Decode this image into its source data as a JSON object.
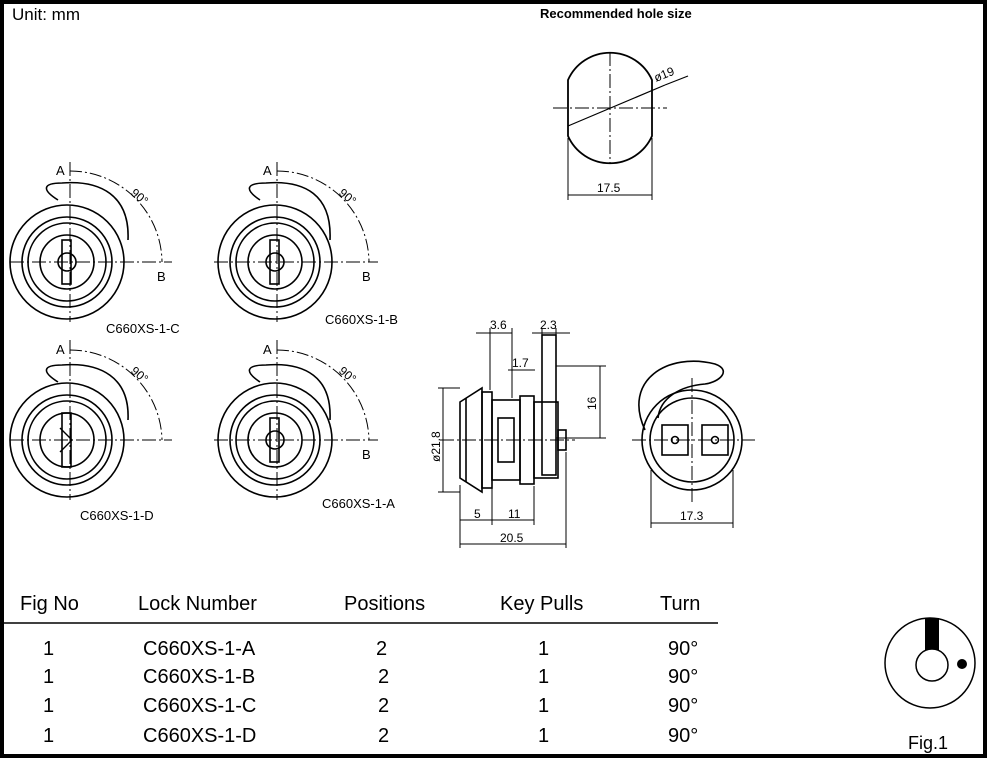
{
  "unit_label": "Unit:  mm",
  "hole_title": "Recommended hole size",
  "hole": {
    "dia": "ø19",
    "width": "17.5"
  },
  "locks": [
    {
      "id": "C660XS-1-C",
      "a": "A",
      "b": "B",
      "angle": "90°"
    },
    {
      "id": "C660XS-1-B",
      "a": "A",
      "b": "B",
      "angle": "90°"
    },
    {
      "id": "C660XS-1-D",
      "a": "A",
      "angle": "90°"
    },
    {
      "id": "C660XS-1-A",
      "a": "A",
      "b": "B",
      "angle": "90°"
    }
  ],
  "side_dims": {
    "d1": "3.6",
    "d2": "2.3",
    "d3": "1.7",
    "d4": "16",
    "d5": "ø21.8",
    "d6": "5",
    "d7": "11",
    "d8": "20.5"
  },
  "rear_dim": "17.3",
  "table": {
    "headers": [
      "Fig  No",
      "Lock  Number",
      "Positions",
      "Key  Pulls",
      "Turn"
    ],
    "rows": [
      [
        "1",
        "C660XS-1-A",
        "2",
        "1",
        "90°"
      ],
      [
        "1",
        "C660XS-1-B",
        "2",
        "1",
        "90°"
      ],
      [
        "1",
        "C660XS-1-C",
        "2",
        "1",
        "90°"
      ],
      [
        "1",
        "C660XS-1-D",
        "2",
        "1",
        "90°"
      ]
    ]
  },
  "fig_label": "Fig.1"
}
